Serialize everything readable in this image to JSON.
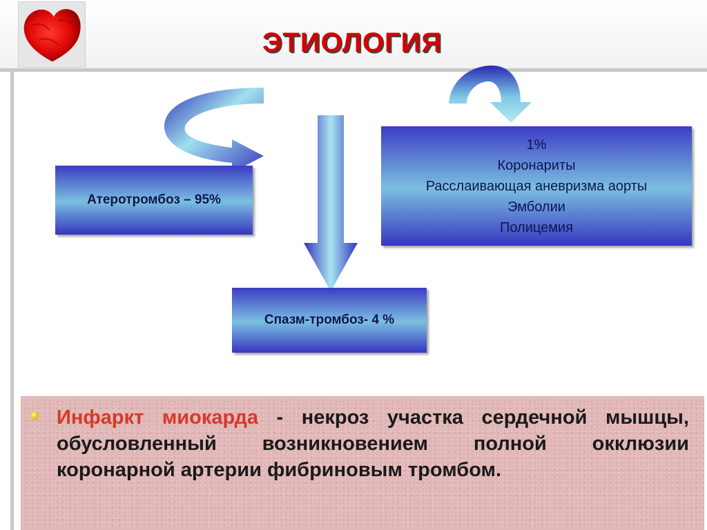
{
  "title": "ЭТИОЛОГИЯ",
  "logo_icon": "heart-icon",
  "boxes": {
    "atherothrombosis": "Атеротромбоз – 95%",
    "spasm_thrombosis": "Спазм-тромбоз- 4 %",
    "other": {
      "percent": "1%",
      "items": [
        "Коронариты",
        "Расслаивающая аневризма аорты",
        "Эмболии",
        "Полицемия"
      ]
    }
  },
  "definition": {
    "term": "Инфаркт миокарда",
    "separator": " - ",
    "text": "некроз участка сердечной мышцы, обусловленный возникновением полной окклюзии коронарной артерии фибриновым тромбом."
  },
  "colors": {
    "title": "#d40000",
    "term": "#d43a2a",
    "box_dark": "#3636c0",
    "box_light": "#7bbfe0",
    "panel": "#e2b7b7"
  }
}
